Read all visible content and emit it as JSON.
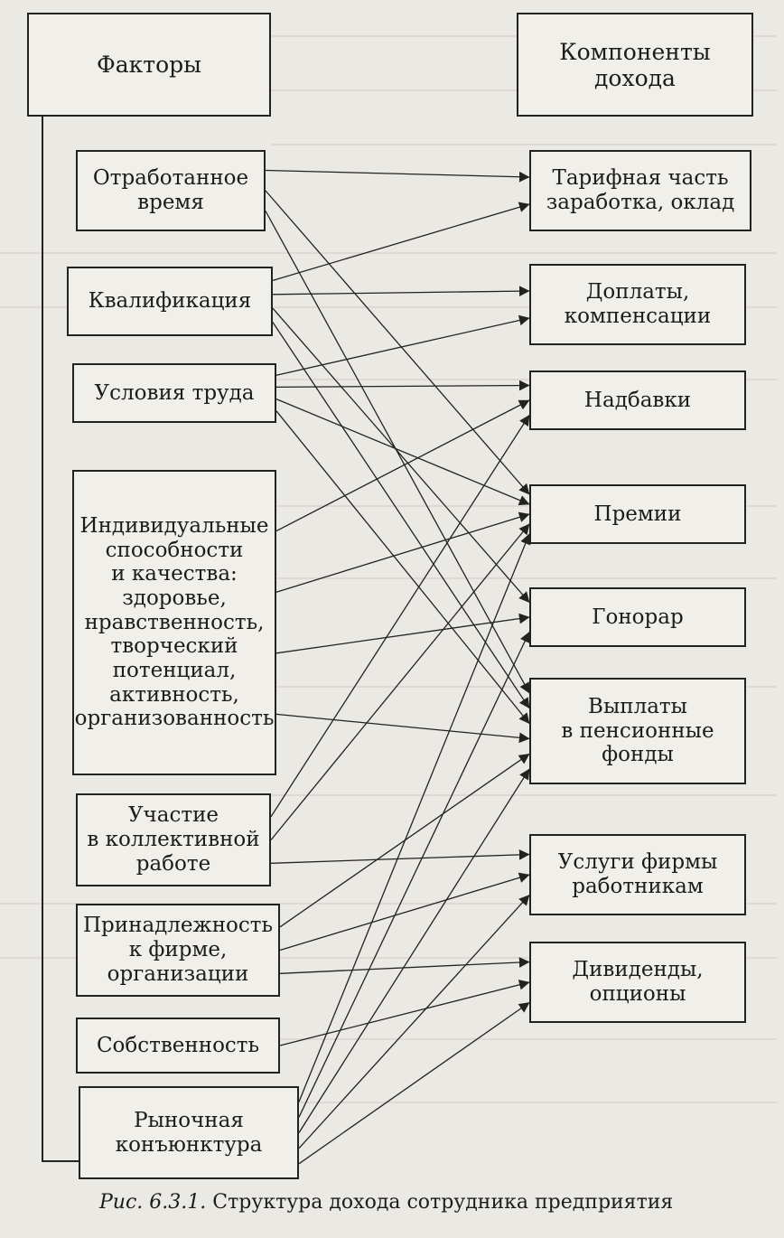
{
  "diagram": {
    "left_header": "Факторы",
    "right_header": "Компоненты\nдохода",
    "factors": [
      {
        "id": "f1",
        "label": "Отработанное\nвремя"
      },
      {
        "id": "f2",
        "label": "Квалификация"
      },
      {
        "id": "f3",
        "label": "Условия труда"
      },
      {
        "id": "f4",
        "label": "Индивидуальные\nспособности\nи качества:\nздоровье,\nнравственность,\nтворческий\nпотенциал,\nактивность,\nорганизованность"
      },
      {
        "id": "f5",
        "label": "Участие\nв коллективной\nработе"
      },
      {
        "id": "f6",
        "label": "Принадлежность\nк фирме,\nорганизации"
      },
      {
        "id": "f7",
        "label": "Собственность"
      },
      {
        "id": "f8",
        "label": "Рыночная\nконъюнктура"
      }
    ],
    "components": [
      {
        "id": "c1",
        "label": "Тарифная часть\nзаработка, оклад"
      },
      {
        "id": "c2",
        "label": "Доплаты,\nкомпенсации"
      },
      {
        "id": "c3",
        "label": "Надбавки"
      },
      {
        "id": "c4",
        "label": "Премии"
      },
      {
        "id": "c5",
        "label": "Гонорар"
      },
      {
        "id": "c6",
        "label": "Выплаты\nв пенсионные\nфонды"
      },
      {
        "id": "c7",
        "label": "Услуги фирмы\nработникам"
      },
      {
        "id": "c8",
        "label": "Дивиденды,\nопционы"
      }
    ],
    "links": [
      [
        "f1",
        "c1"
      ],
      [
        "f1",
        "c4"
      ],
      [
        "f1",
        "c6"
      ],
      [
        "f2",
        "c1"
      ],
      [
        "f2",
        "c2"
      ],
      [
        "f2",
        "c5"
      ],
      [
        "f2",
        "c6"
      ],
      [
        "f3",
        "c2"
      ],
      [
        "f3",
        "c3"
      ],
      [
        "f3",
        "c4"
      ],
      [
        "f3",
        "c6"
      ],
      [
        "f4",
        "c3"
      ],
      [
        "f4",
        "c4"
      ],
      [
        "f4",
        "c5"
      ],
      [
        "f4",
        "c6"
      ],
      [
        "f5",
        "c3"
      ],
      [
        "f5",
        "c4"
      ],
      [
        "f5",
        "c7"
      ],
      [
        "f6",
        "c6"
      ],
      [
        "f6",
        "c7"
      ],
      [
        "f6",
        "c8"
      ],
      [
        "f7",
        "c8"
      ],
      [
        "f8",
        "c4"
      ],
      [
        "f8",
        "c5"
      ],
      [
        "f8",
        "c6"
      ],
      [
        "f8",
        "c7"
      ],
      [
        "f8",
        "c8"
      ]
    ]
  },
  "caption": {
    "prefix": "Рис.",
    "number": "6.3.1.",
    "text": "Структура дохода сотрудника предприятия"
  }
}
